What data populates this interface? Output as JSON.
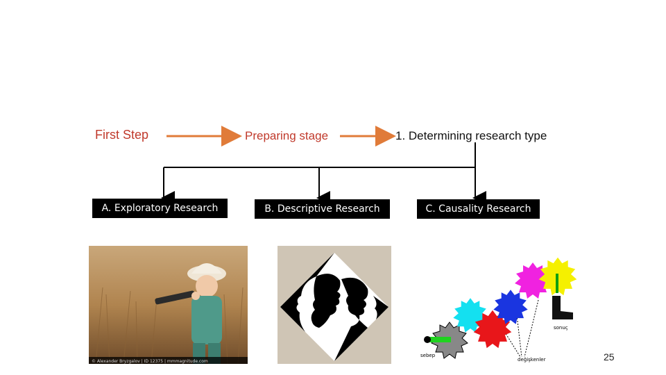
{
  "flow": {
    "first_step": "First Step",
    "preparing_stage": "Preparing stage",
    "determining": "1. Determining research type"
  },
  "types": [
    {
      "label": "A. Exploratory Research"
    },
    {
      "label": "B. Descriptive Research"
    },
    {
      "label": "C. Causality Research"
    }
  ],
  "images": {
    "exploratory_caption": "© Alexander Bryzgalov | ID 12375 | mmmagnitude.com",
    "causal_labels": [
      "sebep",
      "değişkenler",
      "sonuç"
    ]
  },
  "colors": {
    "accent_red": "#c0392b",
    "arrow_orange": "#e07b39"
  },
  "page_number": "25"
}
